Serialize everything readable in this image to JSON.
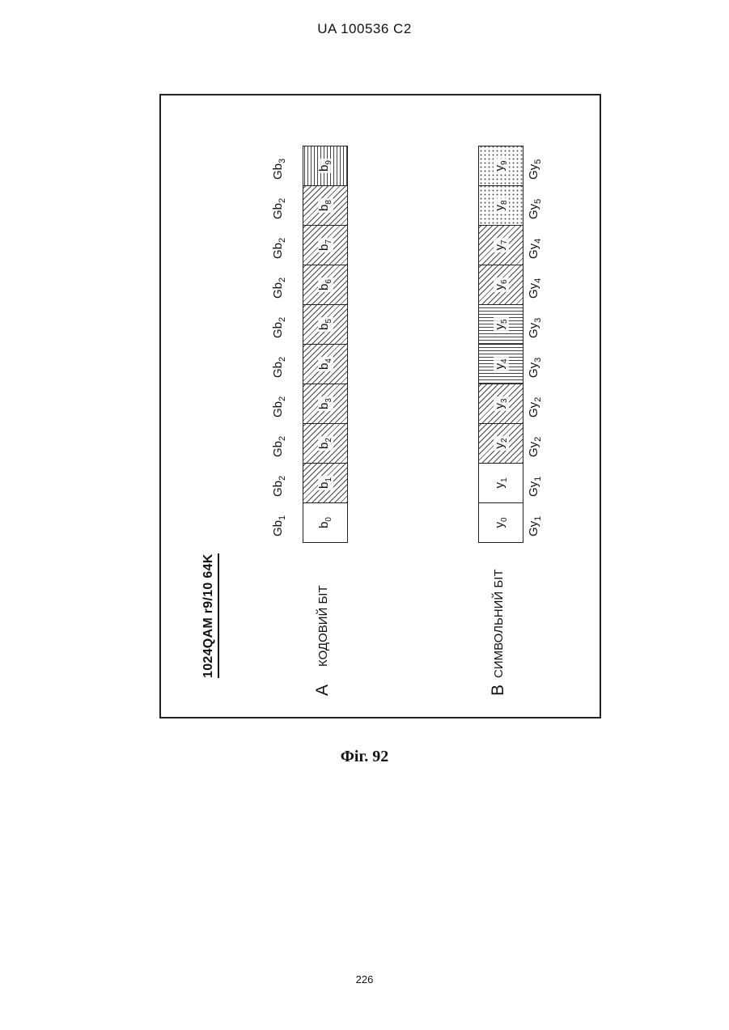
{
  "page": {
    "header": "UA   100536   C2",
    "page_number": "226",
    "caption": "Фіг. 92"
  },
  "figure": {
    "title": "1024QAM r9/10 64K",
    "row_a": {
      "letter": "A",
      "label": "КОДОВИЙ БІТ",
      "cells": [
        {
          "base": "b",
          "sub": "0",
          "fill": "none",
          "group": "Gb",
          "group_sub": "1"
        },
        {
          "base": "b",
          "sub": "1",
          "fill": "diagonal",
          "group": "Gb",
          "group_sub": "2"
        },
        {
          "base": "b",
          "sub": "2",
          "fill": "diagonal",
          "group": "Gb",
          "group_sub": "2"
        },
        {
          "base": "b",
          "sub": "3",
          "fill": "diagonal",
          "group": "Gb",
          "group_sub": "2"
        },
        {
          "base": "b",
          "sub": "4",
          "fill": "diagonal",
          "group": "Gb",
          "group_sub": "2"
        },
        {
          "base": "b",
          "sub": "5",
          "fill": "diagonal",
          "group": "Gb",
          "group_sub": "2"
        },
        {
          "base": "b",
          "sub": "6",
          "fill": "diagonal",
          "group": "Gb",
          "group_sub": "2"
        },
        {
          "base": "b",
          "sub": "7",
          "fill": "diagonal",
          "group": "Gb",
          "group_sub": "2"
        },
        {
          "base": "b",
          "sub": "8",
          "fill": "diagonal",
          "group": "Gb",
          "group_sub": "2"
        },
        {
          "base": "b",
          "sub": "9",
          "fill": "vertical",
          "group": "Gb",
          "group_sub": "3"
        }
      ]
    },
    "row_b": {
      "letter": "B",
      "label": "СИМВОЛЬНИЙ БІТ",
      "cells": [
        {
          "base": "y",
          "sub": "0",
          "fill": "none",
          "group": "Gy",
          "group_sub": "1"
        },
        {
          "base": "y",
          "sub": "1",
          "fill": "none",
          "group": "Gy",
          "group_sub": "1"
        },
        {
          "base": "y",
          "sub": "2",
          "fill": "diagonal",
          "group": "Gy",
          "group_sub": "2"
        },
        {
          "base": "y",
          "sub": "3",
          "fill": "diagonal",
          "group": "Gy",
          "group_sub": "2"
        },
        {
          "base": "y",
          "sub": "4",
          "fill": "horizontal",
          "group": "Gy",
          "group_sub": "3"
        },
        {
          "base": "y",
          "sub": "5",
          "fill": "horizontal",
          "group": "Gy",
          "group_sub": "3"
        },
        {
          "base": "y",
          "sub": "6",
          "fill": "diagonal",
          "group": "Gy",
          "group_sub": "4"
        },
        {
          "base": "y",
          "sub": "7",
          "fill": "diagonal",
          "group": "Gy",
          "group_sub": "4"
        },
        {
          "base": "y",
          "sub": "8",
          "fill": "dots",
          "group": "Gy",
          "group_sub": "5"
        },
        {
          "base": "y",
          "sub": "9",
          "fill": "dots",
          "group": "Gy",
          "group_sub": "5"
        }
      ]
    }
  }
}
